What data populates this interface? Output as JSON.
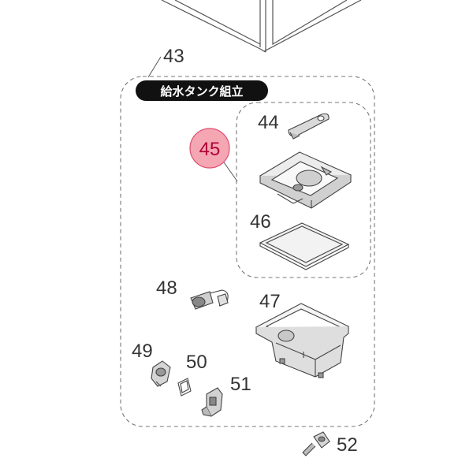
{
  "diagram": {
    "assembly_number": "43",
    "assembly_title": "給水タンク組立",
    "highlight_part": "45",
    "parts": {
      "p44": "44",
      "p46": "46",
      "p47": "47",
      "p48": "48",
      "p49": "49",
      "p50": "50",
      "p51": "51",
      "p52": "52"
    },
    "colors": {
      "highlight_fill": "#f4a6b3",
      "highlight_stroke": "#e05070",
      "highlight_text": "#b0003a",
      "badge_fill": "#111111",
      "line": "#555555"
    }
  }
}
